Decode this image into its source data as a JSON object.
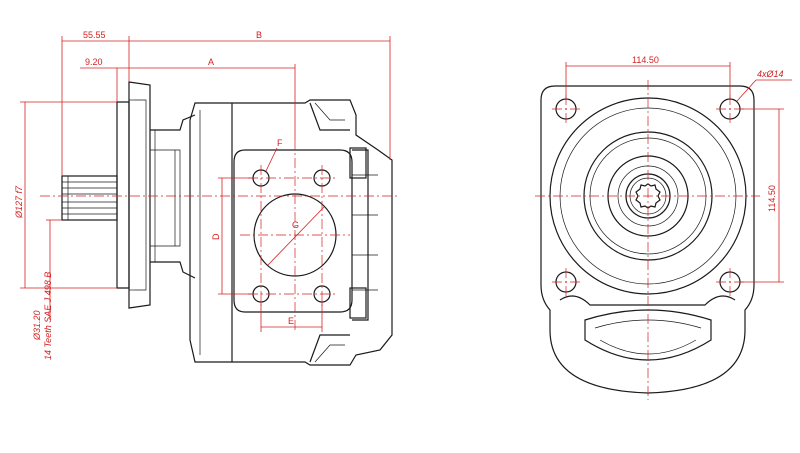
{
  "side_view": {
    "dims": {
      "overall_b": "B",
      "flange_offset": "55.55",
      "pilot_offset": "9.20",
      "port_center_a": "A",
      "port_pattern_d": "D",
      "port_pattern_e": "E",
      "thread_f": "F",
      "port_diameter_g": "G",
      "pilot_diameter": "Ø127 f7",
      "shaft_diameter": "Ø31.20",
      "shaft_spline": "14 Teeth  SAE  J 498 B"
    }
  },
  "front_view": {
    "dims": {
      "horizontal_hole_spacing": "114.50",
      "vertical_hole_spacing": "114.50",
      "mounting_holes": "4xØ14"
    }
  },
  "colors": {
    "outline": "#1a1a1a",
    "dimension": "#d42020"
  }
}
